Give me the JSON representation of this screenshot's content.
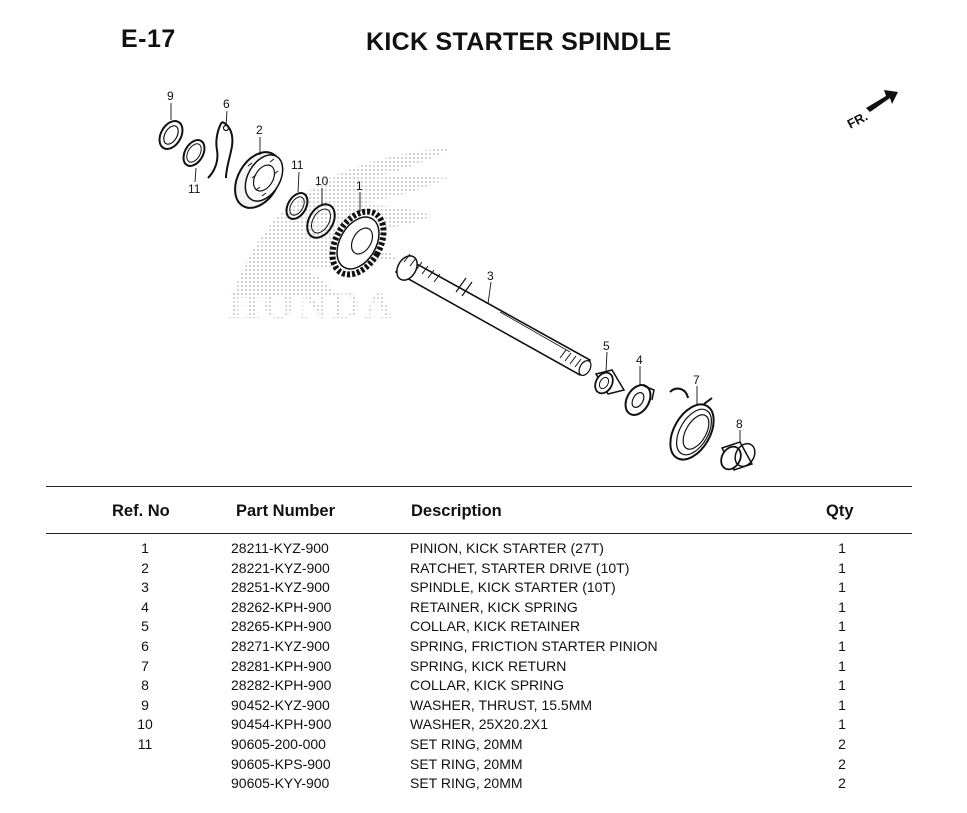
{
  "page": {
    "code": "E-17",
    "title": "KICK STARTER SPINDLE"
  },
  "diagram": {
    "front_indicator": "FR.",
    "watermark": "HONDA",
    "callouts": [
      "9",
      "6",
      "2",
      "11",
      "10",
      "1",
      "11",
      "3",
      "5",
      "4",
      "7",
      "8"
    ]
  },
  "table": {
    "headers": {
      "ref": "Ref. No",
      "part": "Part Number",
      "desc": "Description",
      "qty": "Qty"
    },
    "rows": [
      {
        "ref": "1",
        "part": "28211-KYZ-900",
        "desc": "PINION, KICK STARTER (27T)",
        "qty": "1"
      },
      {
        "ref": "2",
        "part": "28221-KYZ-900",
        "desc": "RATCHET, STARTER DRIVE (10T)",
        "qty": "1"
      },
      {
        "ref": "3",
        "part": "28251-KYZ-900",
        "desc": "SPINDLE, KICK STARTER (10T)",
        "qty": "1"
      },
      {
        "ref": "4",
        "part": "28262-KPH-900",
        "desc": "RETAINER, KICK SPRING",
        "qty": "1"
      },
      {
        "ref": "5",
        "part": "28265-KPH-900",
        "desc": "COLLAR, KICK RETAINER",
        "qty": "1"
      },
      {
        "ref": "6",
        "part": "28271-KYZ-900",
        "desc": "SPRING, FRICTION STARTER PINION",
        "qty": "1"
      },
      {
        "ref": "7",
        "part": "28281-KPH-900",
        "desc": "SPRING, KICK RETURN",
        "qty": "1"
      },
      {
        "ref": "8",
        "part": "28282-KPH-900",
        "desc": "COLLAR, KICK SPRING",
        "qty": "1"
      },
      {
        "ref": "9",
        "part": "90452-KYZ-900",
        "desc": "WASHER, THRUST, 15.5MM",
        "qty": "1"
      },
      {
        "ref": "10",
        "part": "90454-KPH-900",
        "desc": "WASHER, 25X20.2X1",
        "qty": "1"
      },
      {
        "ref": "11",
        "part": "90605-200-000",
        "desc": "SET RING, 20MM",
        "qty": "2"
      },
      {
        "ref": "",
        "part": "90605-KPS-900",
        "desc": "SET RING, 20MM",
        "qty": "2"
      },
      {
        "ref": "",
        "part": "90605-KYY-900",
        "desc": "SET RING, 20MM",
        "qty": "2"
      }
    ]
  }
}
